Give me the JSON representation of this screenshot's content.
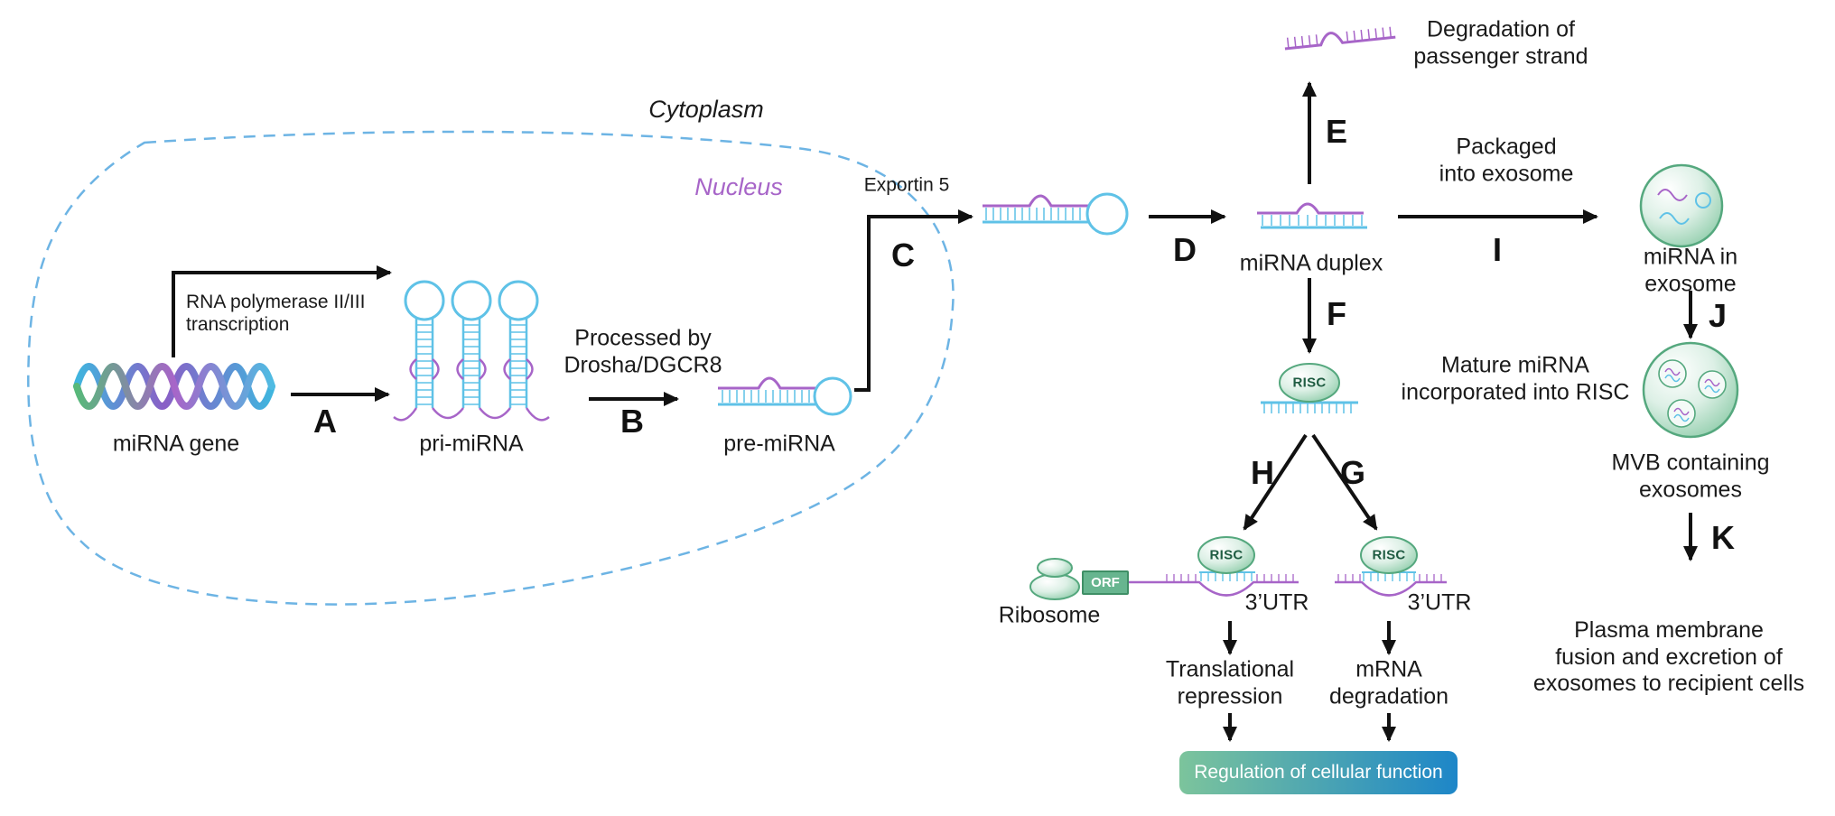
{
  "diagram": {
    "regions": {
      "cytoplasm": "Cytoplasm",
      "nucleus": "Nucleus"
    },
    "steps": {
      "a": "A",
      "b": "B",
      "c": "C",
      "d": "D",
      "e": "E",
      "f": "F",
      "g": "G",
      "h": "H",
      "i": "I",
      "j": "J",
      "k": "K"
    },
    "labels": {
      "mirna_gene": "miRNA gene",
      "rna_polymerase_line1": "RNA polymerase II/III",
      "rna_polymerase_line2": "transcription",
      "pri_mirna": "pri-miRNA",
      "processed_line1": "Processed by",
      "processed_line2": "Drosha/DGCR8",
      "pre_mirna": "pre-miRNA",
      "exportin": "Exportin 5",
      "mirna_duplex": "miRNA duplex",
      "degradation_line1": "Degradation of",
      "degradation_line2": "passenger strand",
      "packaged_line1": "Packaged",
      "packaged_line2": "into exosome",
      "mirna_in_exosome_line1": "miRNA in",
      "mirna_in_exosome_line2": "exosome",
      "mvb_line1": "MVB containing",
      "mvb_line2": "exosomes",
      "plasma_line1": "Plasma membrane",
      "plasma_line2": "fusion and excretion of",
      "plasma_line3": "exosomes to recipient cells",
      "mature_risc_line1": "Mature miRNA",
      "mature_risc_line2": "incorporated into RISC",
      "risc": "RISC",
      "orf": "ORF",
      "ribosome": "Ribosome",
      "utr3": "3’UTR",
      "translational_line1": "Translational",
      "translational_line2": "repression",
      "mrna_degradation_line1": "mRNA",
      "mrna_degradation_line2": "degradation",
      "regulation": "Regulation of cellular function"
    },
    "colors": {
      "strand_cyan": "#5fc2e7",
      "strand_purple": "#a765c8",
      "nucleus_border": "#6db4e4",
      "nucleus_text": "#a765c8",
      "green_stroke": "#55a87e",
      "green_mid": "#67b58f",
      "regulation_gradient_start": "#7cc49c",
      "regulation_gradient_end": "#1d86c8",
      "arrow": "#111111"
    }
  }
}
